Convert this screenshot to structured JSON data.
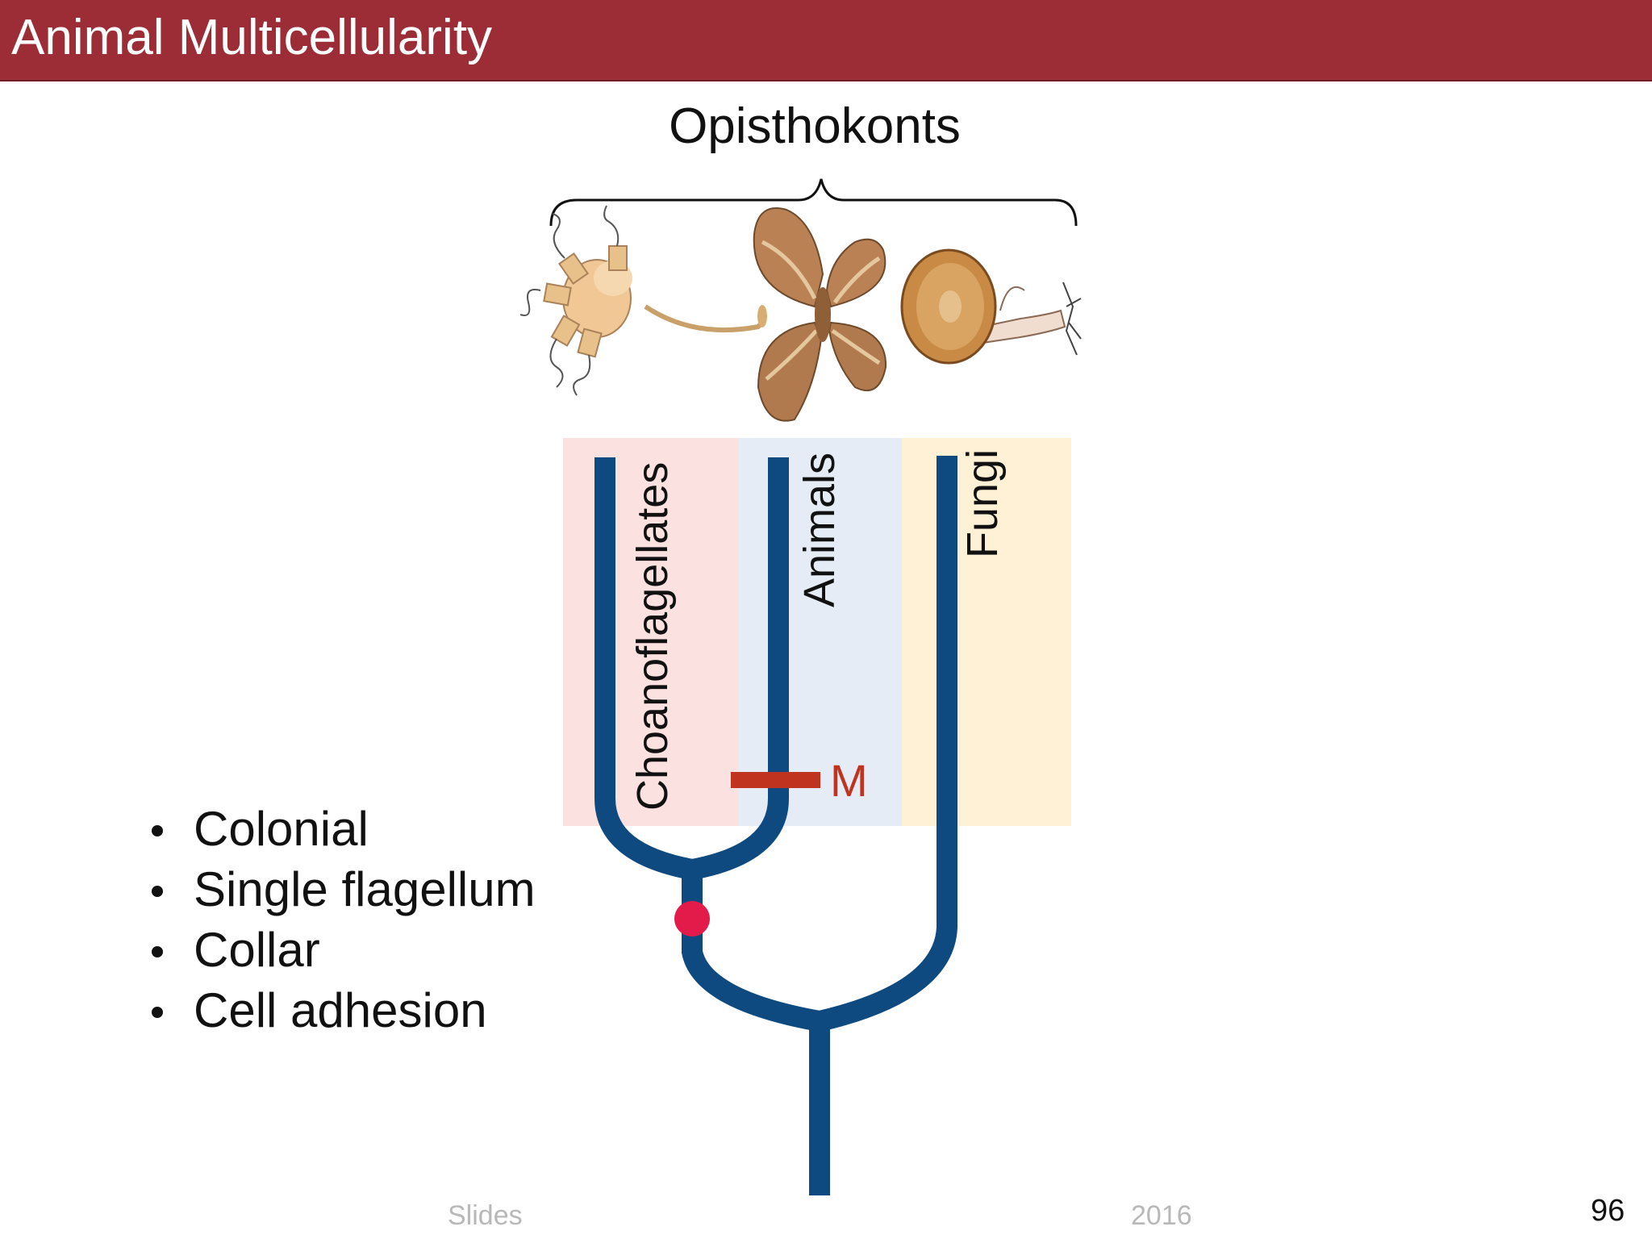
{
  "slide": {
    "title": "Animal Multicellularity",
    "page_number": "96",
    "footer_left": "Slides",
    "footer_right": "2016"
  },
  "diagram": {
    "group_label": "Opisthokonts",
    "clades": [
      {
        "id": "choanoflagellates",
        "label": "Choanoflagellates",
        "band_color": "#fbe1df",
        "picture": "choanoflagellate-illustration"
      },
      {
        "id": "animals",
        "label": "Animals",
        "band_color": "#e6ecf6",
        "picture": "moth-illustration"
      },
      {
        "id": "fungi",
        "label": "Fungi",
        "band_color": "#fff1d6",
        "picture": "mushroom-illustration"
      }
    ],
    "marker_label": "M",
    "marker_color": "#c0331e",
    "node_color": "#e31b4b",
    "branch_color": "#0e4a80"
  },
  "features": [
    "Colonial",
    "Single flagellum",
    "Collar",
    "Cell adhesion"
  ]
}
